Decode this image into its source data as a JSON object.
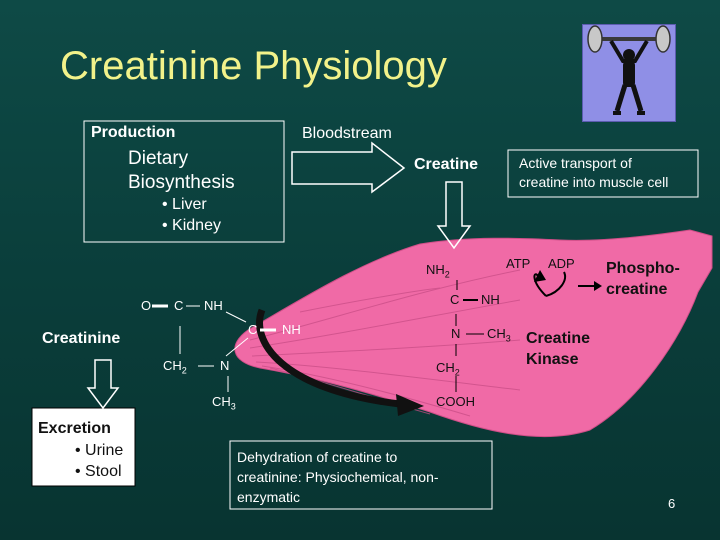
{
  "title": "Creatinine Physiology",
  "production": {
    "label": "Production",
    "dietary": "Dietary",
    "biosynthesis": "Biosynthesis",
    "sources": [
      "• Liver",
      "• Kidney"
    ]
  },
  "bloodstream": "Bloodstream",
  "creatine_label": "Creatine",
  "active_transport": [
    "Active transport of",
    "creatine into muscle cell"
  ],
  "structure": {
    "nh2": "NH",
    "nh2_sub": "2",
    "c1": "C",
    "nh1": "NH",
    "n": "N",
    "ch3": "CH",
    "ch3_sub": "3",
    "ch2": "CH",
    "ch2_sub": "2",
    "cooh": "COOH"
  },
  "atp": "ATP",
  "adp": "ADP",
  "phosphocreatine": [
    "Phospho-",
    "creatine"
  ],
  "creatine_kinase": [
    "Creatine",
    "Kinase"
  ],
  "creatinine_structure": {
    "o": "O",
    "c_top": "C",
    "nh_top": "NH",
    "c_mid": "C",
    "nh_mid": "NH",
    "ch2": "CH",
    "ch2_sub": "2",
    "n": "N",
    "ch3": "CH",
    "ch3_sub": "3"
  },
  "creatinine_label": "Creatinine",
  "excretion": {
    "label": "Excretion",
    "items": [
      "• Urine",
      "• Stool"
    ]
  },
  "dehydration": [
    "Dehydration of creatine to",
    "creatinine: Physiochemical, non-",
    "enzymatic"
  ],
  "page_number": "6",
  "colors": {
    "title": "#f2f28a",
    "muscle": "#f06aa6",
    "background": "#0a3d3a",
    "mascot_bg": "#8f8fe6"
  }
}
